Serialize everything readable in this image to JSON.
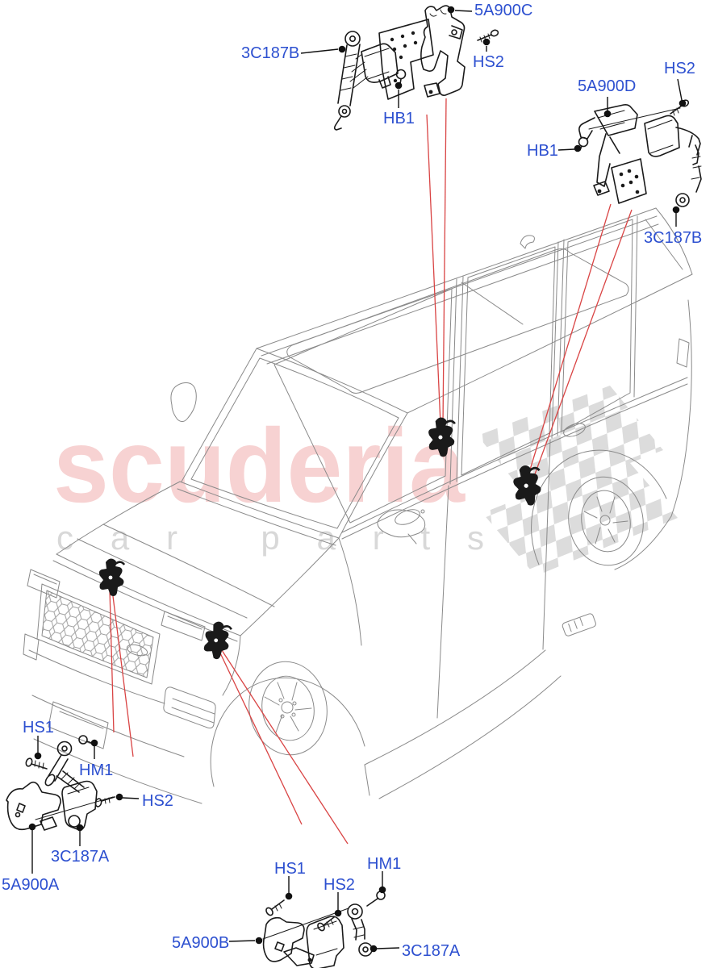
{
  "watermark": {
    "brand": "scuderia",
    "tagline": "car parts"
  },
  "colors": {
    "label_blue": "#2d50d0",
    "red_line": "#d94444",
    "car_line": "#8a8a8a",
    "part_line": "#1a1a1a",
    "watermark_pink": "#f7d2d2",
    "watermark_gray": "#d8d8d8",
    "checker_gray": "#dcdcdc",
    "background": "#ffffff"
  },
  "icons": [
    "height-sensor-marker-icon",
    "leader-dot-icon"
  ],
  "labels": [
    {
      "id": "3C187B-top-left",
      "text": "3C187B"
    },
    {
      "id": "5A900C-top-left",
      "text": "5A900C"
    },
    {
      "id": "HS2-top-left",
      "text": "HS2"
    },
    {
      "id": "HB1-top-left",
      "text": "HB1"
    },
    {
      "id": "5A900D-top-right",
      "text": "5A900D"
    },
    {
      "id": "HS2-top-right",
      "text": "HS2"
    },
    {
      "id": "HB1-top-right",
      "text": "HB1"
    },
    {
      "id": "3C187B-top-right",
      "text": "3C187B"
    },
    {
      "id": "HS1-bottom-left",
      "text": "HS1"
    },
    {
      "id": "HM1-bottom-left",
      "text": "HM1"
    },
    {
      "id": "HS2-bottom-left",
      "text": "HS2"
    },
    {
      "id": "3C187A-bottom-left",
      "text": "3C187A"
    },
    {
      "id": "5A900A-bottom-left",
      "text": "5A900A"
    },
    {
      "id": "HS1-bottom-center",
      "text": "HS1"
    },
    {
      "id": "HS2-bottom-center",
      "text": "HS2"
    },
    {
      "id": "HM1-bottom-center",
      "text": "HM1"
    },
    {
      "id": "3C187A-bottom-center",
      "text": "3C187A"
    },
    {
      "id": "5A900B-bottom-center",
      "text": "5A900B"
    }
  ]
}
